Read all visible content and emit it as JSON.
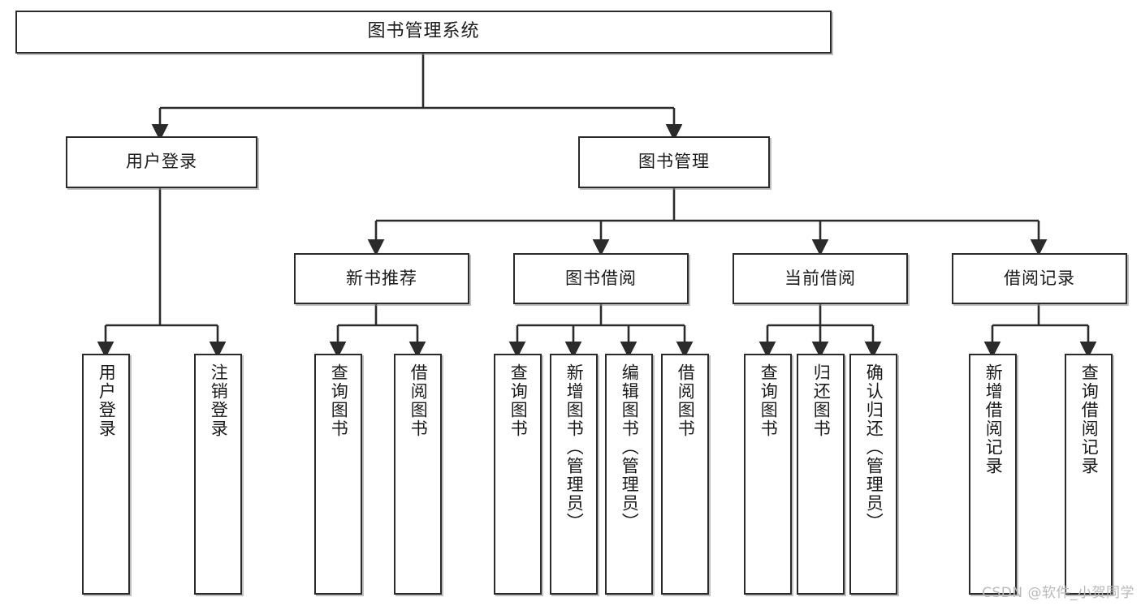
{
  "diagram": {
    "type": "tree-hierarchy-functional-decomposition",
    "title": "图书管理系统",
    "orientation": "top-down",
    "colors": {
      "box_border": "#2b2b2b",
      "box_fill": "#ffffff",
      "connector": "#2b2b2b",
      "text": "#1a1a1a",
      "watermark": "#b9b9b9",
      "background": "#ffffff"
    },
    "root": {
      "label": "图书管理系统"
    },
    "level2": [
      {
        "id": "user-login",
        "label": "用户登录"
      },
      {
        "id": "book-management",
        "label": "图书管理"
      }
    ],
    "level3": [
      {
        "id": "new-book-recommend",
        "label": "新书推荐",
        "parent": "book-management"
      },
      {
        "id": "book-borrow",
        "label": "图书借阅",
        "parent": "book-management"
      },
      {
        "id": "current-borrow",
        "label": "当前借阅",
        "parent": "book-management"
      },
      {
        "id": "borrow-record",
        "label": "借阅记录",
        "parent": "book-management"
      }
    ],
    "leaves": [
      {
        "id": "leaf-user-login",
        "label": "用户登录",
        "parent": "user-login"
      },
      {
        "id": "leaf-logout",
        "label": "注销登录",
        "parent": "user-login"
      },
      {
        "id": "leaf-query-book-1",
        "label": "查询图书",
        "parent": "new-book-recommend"
      },
      {
        "id": "leaf-borrow-book-1",
        "label": "借阅图书",
        "parent": "new-book-recommend"
      },
      {
        "id": "leaf-query-book-2",
        "label": "查询图书",
        "parent": "book-borrow"
      },
      {
        "id": "leaf-add-book",
        "label": "新增图书（管理员）",
        "parent": "book-borrow"
      },
      {
        "id": "leaf-edit-book",
        "label": "编辑图书（管理员）",
        "parent": "book-borrow"
      },
      {
        "id": "leaf-borrow-book-2",
        "label": "借阅图书",
        "parent": "book-borrow"
      },
      {
        "id": "leaf-query-book-3",
        "label": "查询图书",
        "parent": "current-borrow"
      },
      {
        "id": "leaf-return-book",
        "label": "归还图书",
        "parent": "current-borrow"
      },
      {
        "id": "leaf-confirm-return",
        "label": "确认归还（管理员）",
        "parent": "current-borrow"
      },
      {
        "id": "leaf-add-borrow-record",
        "label": "新增借阅记录",
        "parent": "borrow-record"
      },
      {
        "id": "leaf-query-borrow-record",
        "label": "查询借阅记录",
        "parent": "borrow-record"
      }
    ]
  },
  "watermark": {
    "text": "CSDN @软件_小贺同学"
  }
}
